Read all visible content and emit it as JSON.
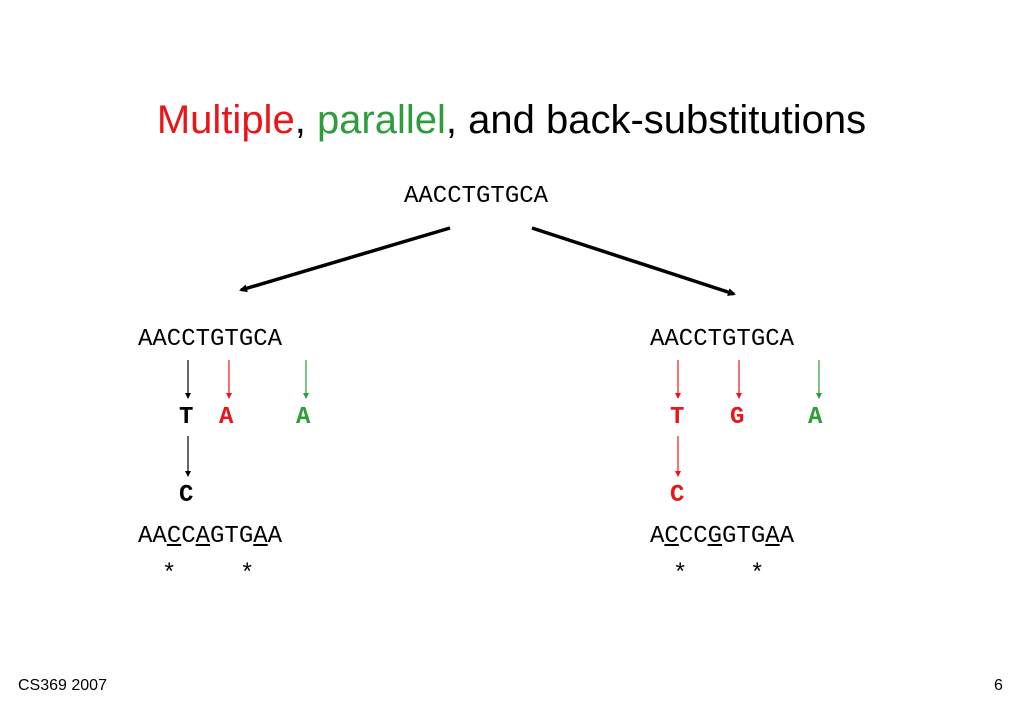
{
  "title": {
    "part1": "Multiple",
    "sep1": ", ",
    "part2": "parallel",
    "sep2": ", and back-substitutions"
  },
  "colors": {
    "red": "#e8161b",
    "green": "#2e9b3c",
    "black": "#000000"
  },
  "root_sequence": "AACCTGTGCA",
  "left": {
    "sequence": "AACCTGTGCA",
    "sub1": [
      "T",
      "A",
      "A"
    ],
    "sub2": "C",
    "result": {
      "p1": "AA",
      "u1": "C",
      "p2": "C",
      "u2": "A",
      "p3": "GTG",
      "u3": "A",
      "p4": "A"
    },
    "stars": [
      "*",
      "*"
    ]
  },
  "right": {
    "sequence": "AACCTGTGCA",
    "sub1": [
      "T",
      "G",
      "A"
    ],
    "sub2": "C",
    "result": {
      "p1": "A",
      "u1": "C",
      "p2": "CC",
      "u2": "G",
      "p3": "GTG",
      "u3": "A",
      "p4": "A"
    },
    "stars": [
      "*",
      "*"
    ]
  },
  "footer": {
    "left": "CS369 2007",
    "right": "6"
  }
}
